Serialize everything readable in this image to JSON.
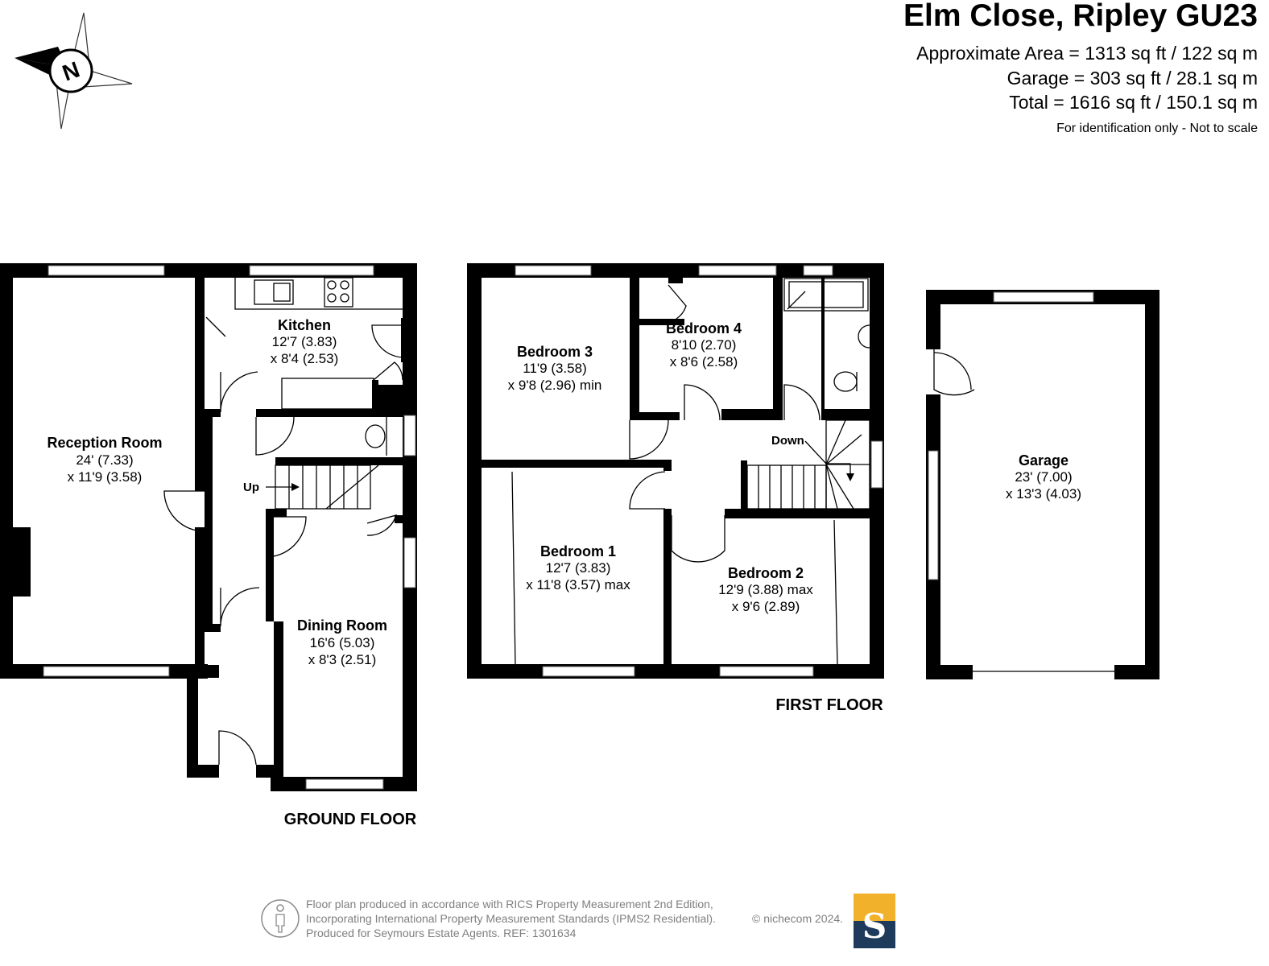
{
  "header": {
    "title": "Elm Close, Ripley GU23",
    "approx_area": "Approximate Area = 1313 sq ft / 122 sq m",
    "garage_area": "Garage = 303 sq ft / 28.1 sq m",
    "total_area": "Total = 1616 sq ft / 150.1 sq m",
    "note": "For identification only - Not to scale"
  },
  "compass": {
    "letter": "N",
    "icon": "compass-rose-icon"
  },
  "rooms": {
    "kitchen": {
      "name": "Kitchen",
      "dim1": "12'7 (3.83)",
      "dim2": "x 8'4 (2.53)"
    },
    "reception": {
      "name": "Reception Room",
      "dim1": "24' (7.33)",
      "dim2": "x 11'9 (3.58)"
    },
    "dining": {
      "name": "Dining Room",
      "dim1": "16'6 (5.03)",
      "dim2": "x 8'3 (2.51)"
    },
    "bedroom3": {
      "name": "Bedroom 3",
      "dim1": "11'9 (3.58)",
      "dim2": "x 9'8 (2.96) min"
    },
    "bedroom4": {
      "name": "Bedroom 4",
      "dim1": "8'10 (2.70)",
      "dim2": "x 8'6 (2.58)"
    },
    "bedroom1": {
      "name": "Bedroom 1",
      "dim1": "12'7 (3.83)",
      "dim2": "x 11'8 (3.57) max"
    },
    "bedroom2": {
      "name": "Bedroom 2",
      "dim1": "12'9 (3.88) max",
      "dim2": "x 9'6 (2.89)"
    },
    "garage": {
      "name": "Garage",
      "dim1": "23' (7.00)",
      "dim2": "x 13'3 (4.03)"
    }
  },
  "stairs": {
    "up": "Up",
    "down": "Down"
  },
  "floors": {
    "ground": "GROUND FLOOR",
    "first": "FIRST FLOOR"
  },
  "footer": {
    "line1": "Floor plan produced in accordance with RICS Property Measurement 2nd Edition,",
    "line2": "Incorporating International Property Measurement Standards (IPMS2 Residential).",
    "line3": "Produced for Seymours Estate Agents.   REF: 1301634",
    "copyright": "© nichecom 2024.",
    "logo_letter": "S",
    "logo_colors": {
      "top": "#f2b12b",
      "bottom": "#1e3b5c"
    }
  }
}
